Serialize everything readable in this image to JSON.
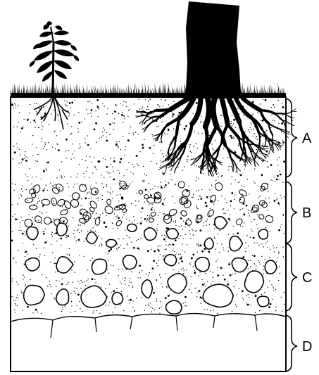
{
  "horizons": [
    {
      "id": "A",
      "label": "A"
    },
    {
      "id": "B",
      "label": "B"
    },
    {
      "id": "C",
      "label": "C"
    },
    {
      "id": "D",
      "label": "D"
    }
  ],
  "colors": {
    "ink": "#000000",
    "paper": "#ffffff"
  }
}
